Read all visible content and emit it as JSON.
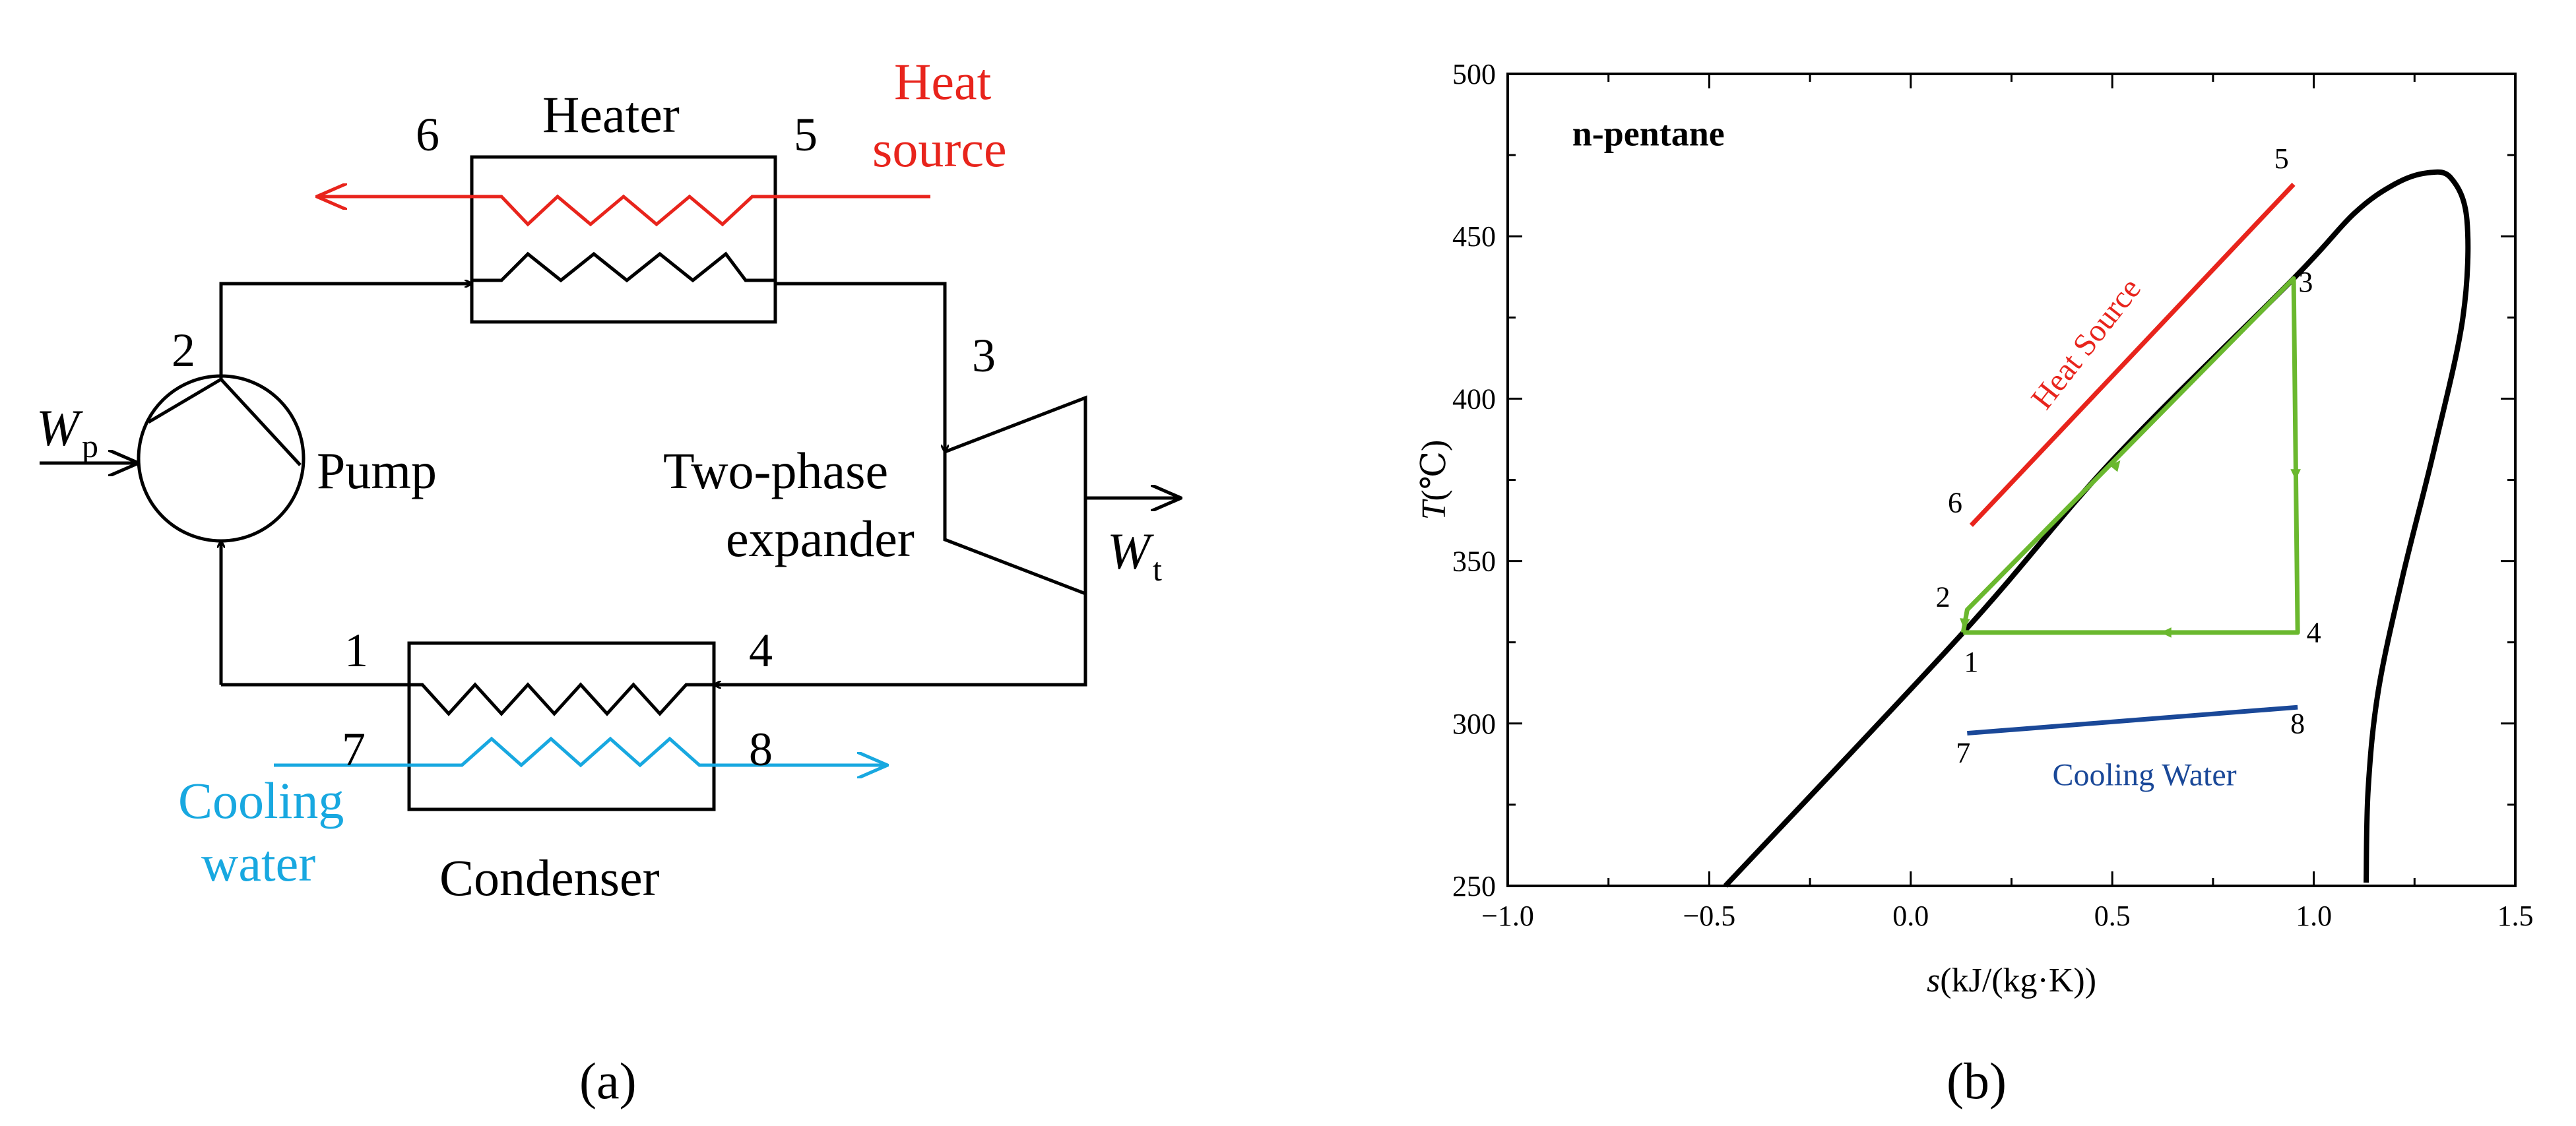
{
  "panel_a": {
    "caption": "(a)",
    "heater": "Heater",
    "heat_source_line1": "Heat",
    "heat_source_line2": "source",
    "pump": "Pump",
    "expander_line1": "Two-phase",
    "expander_line2": "expander",
    "condenser": "Condenser",
    "cooling_water_line1": "Cooling",
    "cooling_water_line2": "water",
    "wp_main": "W",
    "wp_sub": "p",
    "wt_main": "W",
    "wt_sub": "t",
    "points": [
      "1",
      "2",
      "3",
      "4",
      "5",
      "6",
      "7",
      "8"
    ],
    "colors": {
      "heat_source": "#e8241c",
      "cooling_water": "#18a8e0",
      "line": "#000000"
    }
  },
  "panel_b": {
    "caption": "(b)",
    "chart_data": {
      "type": "line",
      "title": "n-pentane",
      "xlabel_italic": "s",
      "xlabel_rest": "(kJ/(kg·K))",
      "ylabel_italic": "T",
      "ylabel_rest": "(℃)",
      "xlim": [
        -1.0,
        1.5
      ],
      "ylim": [
        250,
        500
      ],
      "xticks": [
        "−1.0",
        "−0.5",
        "0.0",
        "0.5",
        "1.0",
        "1.5"
      ],
      "xtick_values": [
        -1.0,
        -0.5,
        0.0,
        0.5,
        1.0,
        1.5
      ],
      "yticks": [
        "250",
        "300",
        "350",
        "400",
        "450",
        "500"
      ],
      "ytick_values": [
        250,
        300,
        350,
        400,
        450,
        500
      ],
      "saturation_dome": {
        "color": "#000000",
        "x": [
          -0.46,
          0.13,
          0.5,
          0.95,
          1.1,
          1.2,
          1.28,
          1.34,
          1.38,
          1.37,
          1.3,
          1.22,
          1.16,
          1.135,
          1.13
        ],
        "y": [
          250,
          328,
          381,
          437,
          457,
          466,
          469.5,
          468,
          455,
          425,
          385,
          345,
          310,
          280,
          251
        ]
      },
      "cycle": {
        "color": "#6ab82e",
        "x": [
          0.13,
          0.14,
          0.95,
          0.96,
          0.13
        ],
        "y": [
          328,
          335,
          437,
          328,
          328
        ]
      },
      "heat_source_line": {
        "name": "Heat Source",
        "color": "#e8241c",
        "x": [
          0.15,
          0.95
        ],
        "y": [
          361,
          466
        ]
      },
      "cooling_water_line": {
        "name": "Cooling Water",
        "color": "#1a4898",
        "x": [
          0.14,
          0.96
        ],
        "y": [
          297,
          305
        ]
      },
      "point_labels": [
        {
          "text": "1",
          "x": 0.15,
          "y": 316
        },
        {
          "text": "2",
          "x": 0.08,
          "y": 336
        },
        {
          "text": "3",
          "x": 0.98,
          "y": 433
        },
        {
          "text": "4",
          "x": 1.0,
          "y": 325
        },
        {
          "text": "5",
          "x": 0.92,
          "y": 471
        },
        {
          "text": "6",
          "x": 0.11,
          "y": 365
        },
        {
          "text": "7",
          "x": 0.13,
          "y": 288
        },
        {
          "text": "8",
          "x": 0.96,
          "y": 297
        }
      ]
    }
  }
}
